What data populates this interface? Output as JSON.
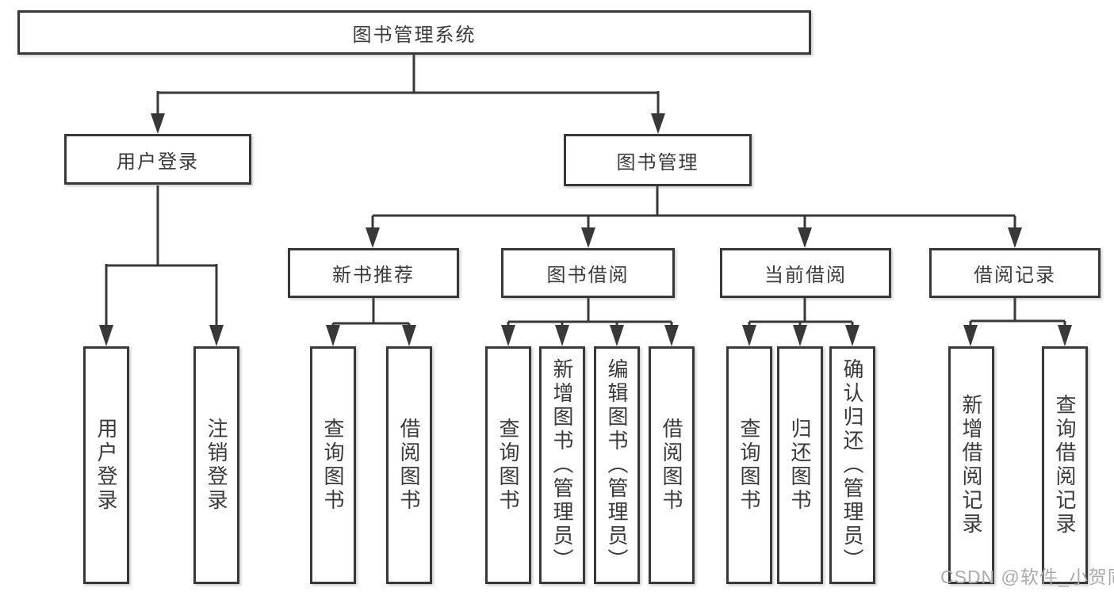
{
  "nodes": {
    "root": "图书管理系统",
    "level2": [
      "用户登录",
      "图书管理"
    ],
    "level3": [
      "新书推荐",
      "图书借阅",
      "当前借阅",
      "借阅记录"
    ],
    "leaves": [
      "用户登录",
      "注销登录",
      "查询图书",
      "借阅图书",
      "查询图书",
      "新增图书（管理员）",
      "编辑图书（管理员）",
      "借阅图书",
      "查询图书",
      "归还图书",
      "确认归还（管理员）",
      "新增借阅记录",
      "查询借阅记录"
    ]
  },
  "watermark": "CSDN @软件_小贺同学",
  "colors": {
    "line": "#383838",
    "text": "#3a3a3a",
    "watermark": "#ababab",
    "background": "#ffffff"
  }
}
